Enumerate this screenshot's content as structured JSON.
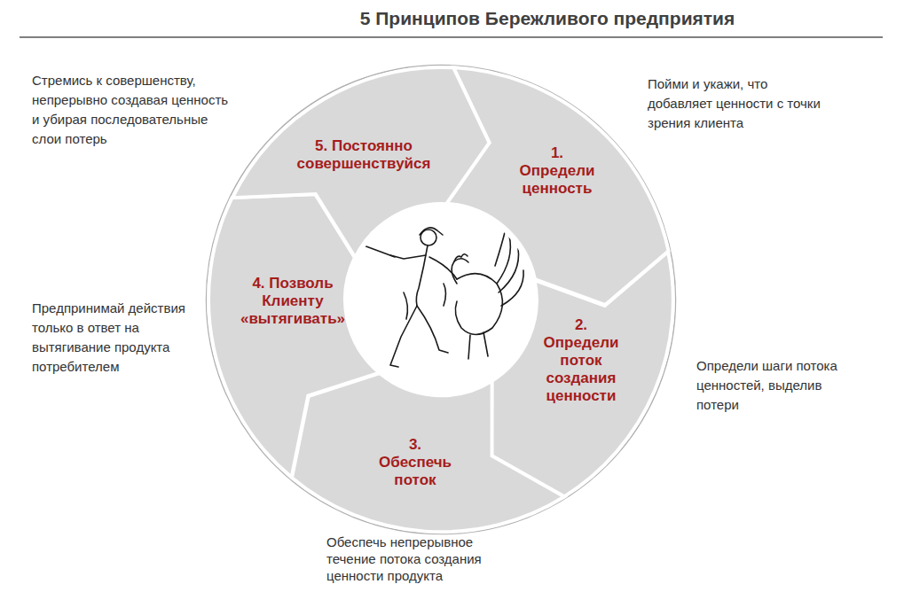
{
  "diagram": {
    "title": "5 Принципов Бережливого предприятия",
    "nodes": [
      {
        "text": [
          "1. Определи ценность"
        ]
      },
      {
        "text": [
          "2. Определи поток создания ценности"
        ]
      },
      {
        "text": [
          "3. Обеспечь поток"
        ]
      },
      {
        "text": [
          "4. Позволь Клиенту «вытягивать»"
        ]
      },
      {
        "text": [
          "5. Постоянно совершенствуйся"
        ]
      }
    ],
    "labels": [
      "Стремись к совершенству, непрерывно создавая ценность и убирая последовательные слои потерь",
      "Пойми и укажи, что добавляет ценности с точки зрения клиента",
      "Предпринимай действия только в ответ на вытягивание продукта потребителем",
      "Определи шаги потока ценностей, выделив потери",
      "Обеспечь непрерывное течение потока создания ценности продукта"
    ]
  }
}
